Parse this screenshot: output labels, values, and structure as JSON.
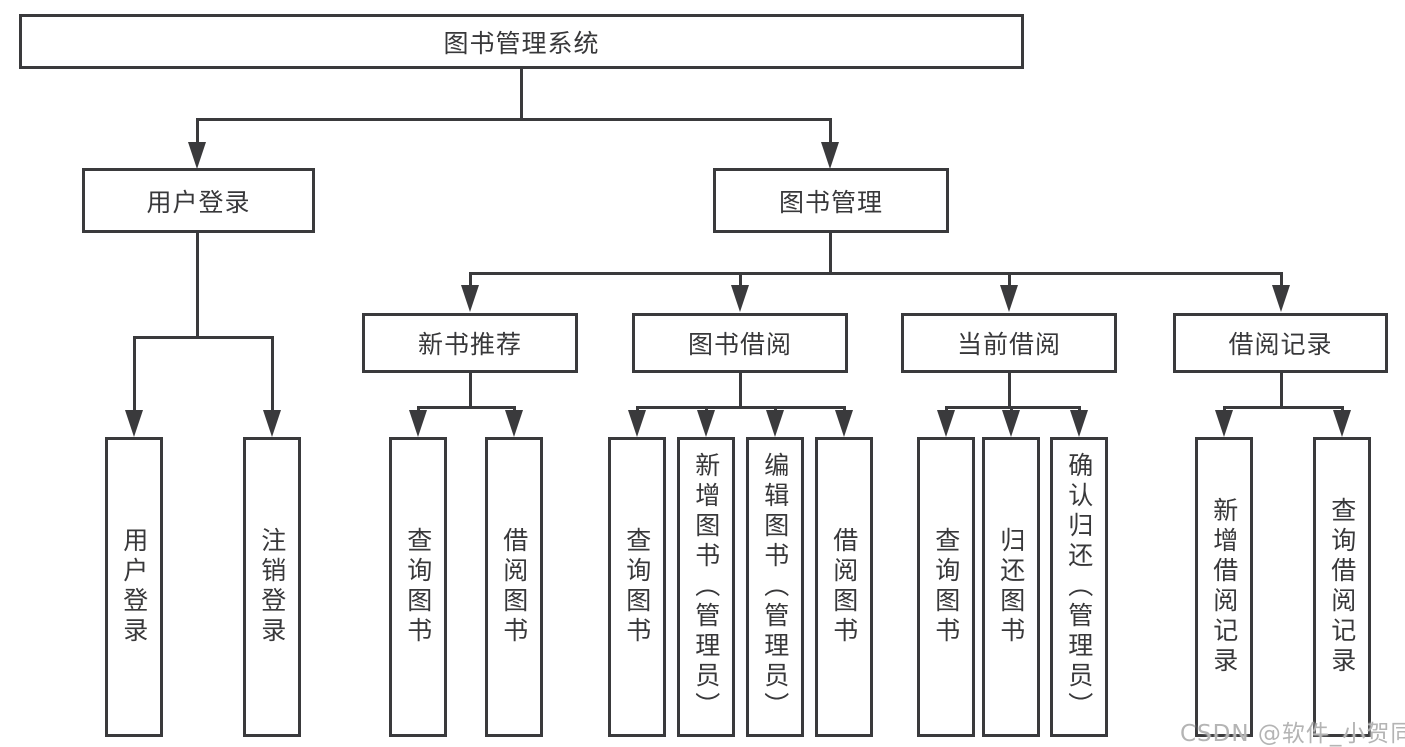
{
  "diagram": {
    "type": "hierarchy-tree",
    "watermark": "CSDN @软件_小贺同学",
    "colors": {
      "line": "#3a3a3c",
      "text": "#38383a",
      "watermark": "#b4b4b4",
      "background": "#ffffff"
    },
    "nodes": {
      "root": {
        "label": "图书管理系统"
      },
      "user_login": {
        "label": "用户登录"
      },
      "book_management": {
        "label": "图书管理"
      },
      "user_login_action": {
        "label": "用户登录"
      },
      "logout_action": {
        "label": "注销登录"
      },
      "new_book_recommend": {
        "label": "新书推荐"
      },
      "book_borrowing": {
        "label": "图书借阅"
      },
      "current_borrowing": {
        "label": "当前借阅"
      },
      "borrowing_records": {
        "label": "借阅记录"
      },
      "nbr_query_books": {
        "label": "查询图书"
      },
      "nbr_borrow_books": {
        "label": "借阅图书"
      },
      "bb_query_books": {
        "label": "查询图书"
      },
      "bb_add_books": {
        "label": "新增图书（管理员）"
      },
      "bb_edit_books": {
        "label": "编辑图书（管理员）"
      },
      "bb_borrow_books": {
        "label": "借阅图书"
      },
      "cb_query_books": {
        "label": "查询图书"
      },
      "cb_return_books": {
        "label": "归还图书"
      },
      "cb_confirm_return": {
        "label": "确认归还（管理员）"
      },
      "br_add_record": {
        "label": "新增借阅记录"
      },
      "br_query_record": {
        "label": "查询借阅记录"
      }
    },
    "hierarchy": [
      {
        "parent": "图书管理系统",
        "children": [
          "用户登录",
          "图书管理"
        ]
      },
      {
        "parent": "用户登录",
        "children": [
          "用户登录",
          "注销登录"
        ]
      },
      {
        "parent": "图书管理",
        "children": [
          "新书推荐",
          "图书借阅",
          "当前借阅",
          "借阅记录"
        ]
      },
      {
        "parent": "新书推荐",
        "children": [
          "查询图书",
          "借阅图书"
        ]
      },
      {
        "parent": "图书借阅",
        "children": [
          "查询图书",
          "新增图书（管理员）",
          "编辑图书（管理员）",
          "借阅图书"
        ]
      },
      {
        "parent": "当前借阅",
        "children": [
          "查询图书",
          "归还图书",
          "确认归还（管理员）"
        ]
      },
      {
        "parent": "借阅记录",
        "children": [
          "新增借阅记录",
          "查询借阅记录"
        ]
      }
    ]
  }
}
